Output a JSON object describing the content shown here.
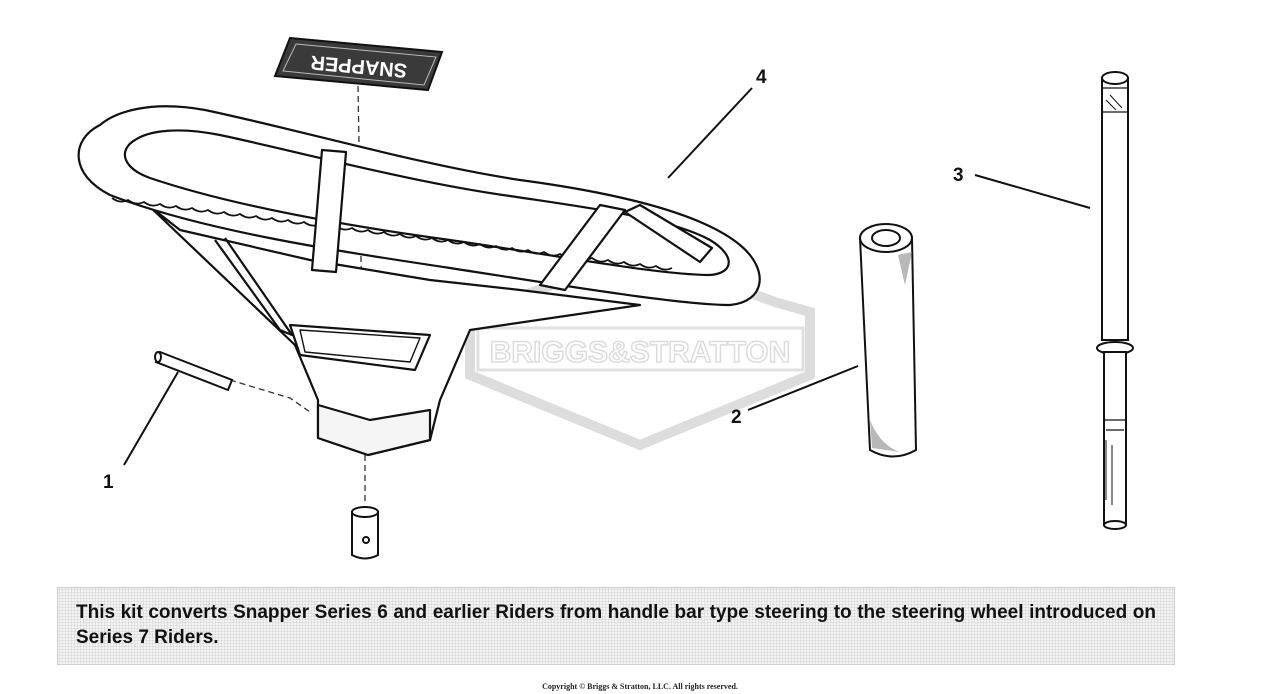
{
  "diagram": {
    "decal_text": "SNAPPER",
    "watermark_text": "BRIGGS&STRATTON",
    "callouts": [
      {
        "label": "1"
      },
      {
        "label": "2"
      },
      {
        "label": "3"
      },
      {
        "label": "4"
      }
    ]
  },
  "note": {
    "text": "This kit converts Snapper Series 6 and earlier Riders from handle bar type steering to the steering wheel introduced on Series 7 Riders."
  },
  "footer": {
    "copyright": "Copyright © Briggs & Stratton, LLC. All rights reserved."
  }
}
